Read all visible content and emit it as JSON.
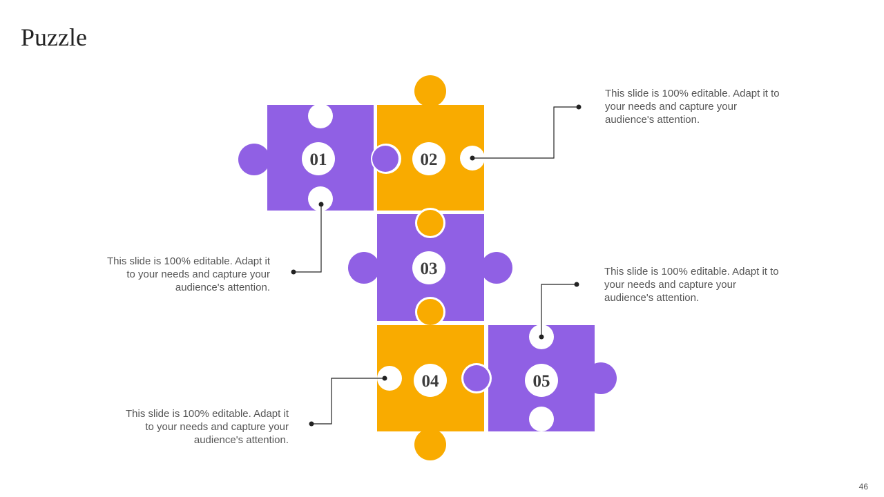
{
  "title": "Puzzle",
  "colors": {
    "purple": "#9060e4",
    "orange": "#f9ab00",
    "connector": "#222222"
  },
  "pieces": [
    {
      "number": "01",
      "color": "purple"
    },
    {
      "number": "02",
      "color": "orange"
    },
    {
      "number": "03",
      "color": "purple"
    },
    {
      "number": "04",
      "color": "orange"
    },
    {
      "number": "05",
      "color": "purple"
    }
  ],
  "callouts": [
    {
      "piece": "02",
      "text": "This slide is 100% editable. Adapt it to your needs and capture your audience's attention."
    },
    {
      "piece": "01",
      "text": "This slide is 100% editable. Adapt it to your needs and capture your audience's attention."
    },
    {
      "piece": "05",
      "text": "This slide is 100% editable. Adapt it to your needs and capture your audience's attention."
    },
    {
      "piece": "04",
      "text": "This slide is 100% editable. Adapt it to your needs and capture your audience's attention."
    }
  ],
  "page_number": "46"
}
